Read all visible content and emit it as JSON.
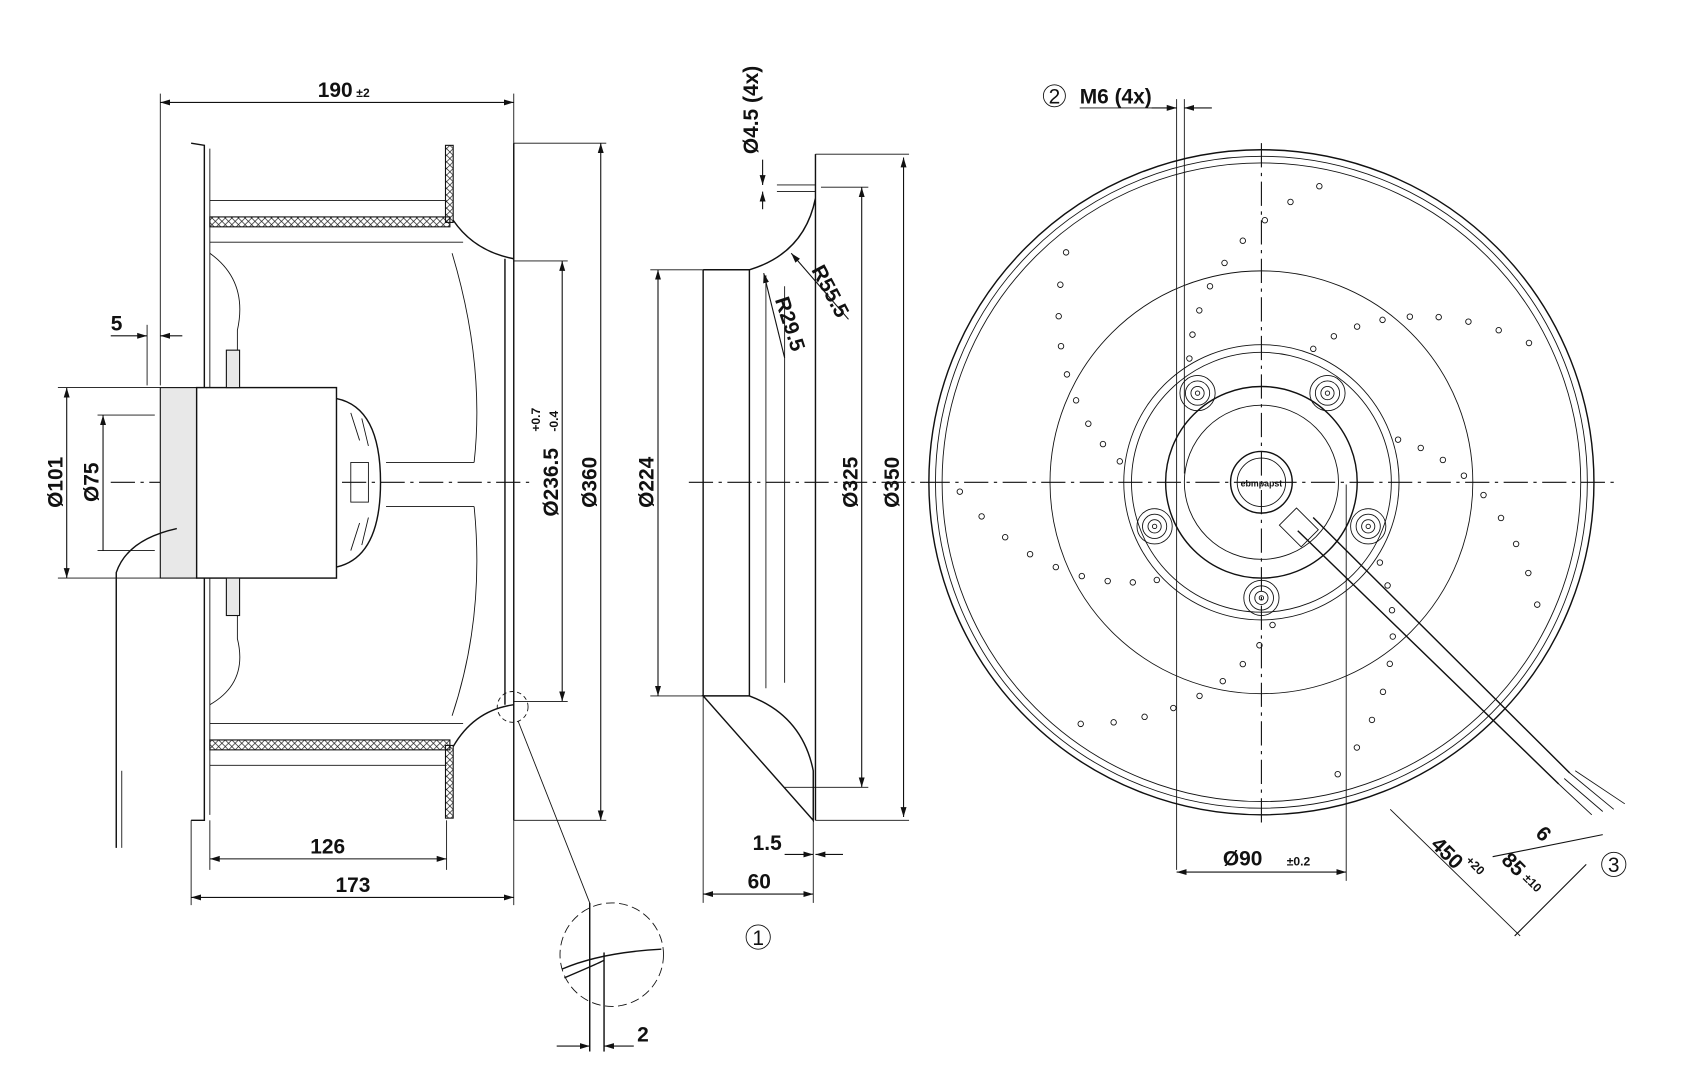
{
  "drawing": {
    "side_view": {
      "width_total": "190",
      "width_total_tol": "±2",
      "offset": "5",
      "dia_front": "Ø101",
      "dia_inner": "Ø75",
      "dia_inlet": "Ø236.5",
      "dia_inlet_tol_upper": "+0.7",
      "dia_inlet_tol_lower": "-0.4",
      "dia_outer": "Ø360",
      "width_impeller": "126",
      "width_body": "173",
      "detail_gap": "2"
    },
    "inlet_ring": {
      "hole": "Ø4.5 (4x)",
      "radius_outer": "R55.5",
      "radius_inner": "R29.5",
      "dia_throat": "Ø224",
      "dia_bolt": "Ø325",
      "dia_flange": "Ø350",
      "thickness": "1.5",
      "depth": "60",
      "callout": "1"
    },
    "front_view": {
      "callout_thread": "2",
      "thread": "M6 (4x)",
      "dia_pitch": "Ø90",
      "dia_pitch_tol": "±0.2",
      "cable_length": "450",
      "cable_length_tol": "+20",
      "strip_length": "85",
      "strip_length_tol": "±10",
      "wire_strip": "6",
      "callout_cable": "3",
      "brand_label": "ebmpapst"
    }
  }
}
